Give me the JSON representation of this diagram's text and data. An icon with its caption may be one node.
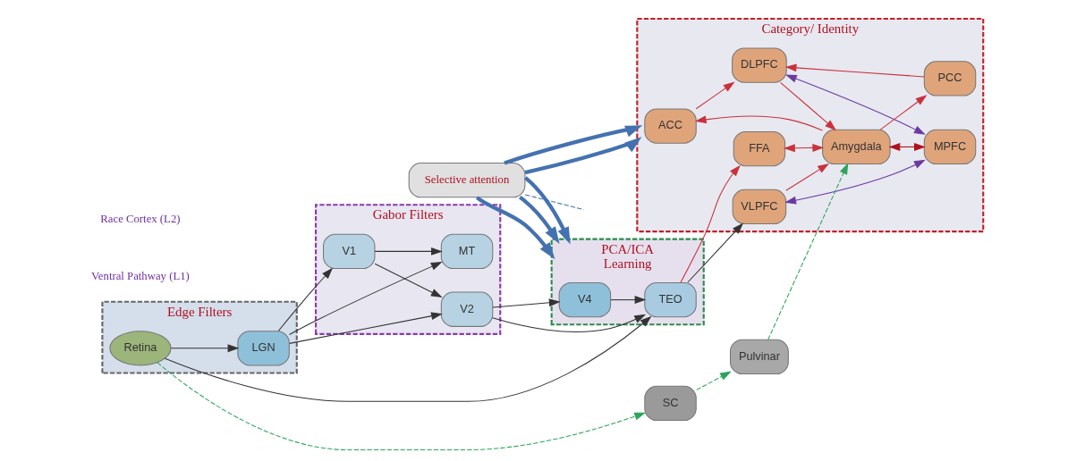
{
  "diagram": {
    "nodes": [
      {
        "text": [
          "Edge Filters"
        ]
      },
      {
        "text": [
          "Retina"
        ],
        "in": 0
      },
      {
        "text": [
          "LGN"
        ],
        "in": 0
      },
      {
        "text": [
          "Gabor Filters"
        ]
      },
      {
        "text": [
          "MT"
        ],
        "in": 3
      },
      {
        "text": [
          "V1"
        ],
        "in": 3
      },
      {
        "text": [
          "V2"
        ],
        "in": 3
      },
      {
        "text": [
          "PCA/ICA",
          "Learning"
        ]
      },
      {
        "text": [
          "V4"
        ],
        "in": 7
      },
      {
        "text": [
          "TEO"
        ],
        "in": 7
      },
      {
        "text": [
          "Category/ Identity"
        ]
      },
      {
        "text": [
          "ACC"
        ],
        "in": 10
      },
      {
        "text": [
          "DLPFC"
        ],
        "in": 10
      },
      {
        "text": [
          "PCC"
        ],
        "in": 10
      },
      {
        "text": [
          "FFA"
        ],
        "in": 10
      },
      {
        "text": [
          "Amygdala"
        ],
        "in": 10
      },
      {
        "text": [
          "MPFC"
        ],
        "in": 10
      },
      {
        "text": [
          "VLPFC"
        ],
        "in": 10
      },
      {
        "text": [
          "Selective attention"
        ]
      },
      {
        "text": [
          "SC"
        ]
      },
      {
        "text": [
          "Pulvinar"
        ]
      }
    ],
    "edges": [
      {
        "from": 1,
        "to": 2,
        "arrow": "to"
      },
      {
        "from": 2,
        "to": 4,
        "arrow": "to"
      },
      {
        "from": 2,
        "to": 5,
        "arrow": "to"
      },
      {
        "from": 5,
        "to": 4,
        "arrow": "to"
      },
      {
        "from": 5,
        "to": 6,
        "arrow": "to"
      },
      {
        "from": 6,
        "to": 8,
        "arrow": "to"
      },
      {
        "from": 8,
        "to": 9,
        "arrow": "to"
      },
      {
        "from": 2,
        "to": 6,
        "arrow": "to"
      },
      {
        "from": 1,
        "to": 9,
        "arrow": "to"
      },
      {
        "from": 6,
        "to": 9,
        "arrow": "to"
      },
      {
        "from": 1,
        "to": 19,
        "arrow": "to",
        "style": "dashed",
        "color": "#2aa55a"
      },
      {
        "from": 19,
        "to": 20,
        "arrow": "to",
        "style": "dashed",
        "color": "#2aa55a"
      },
      {
        "from": 20,
        "to": 15,
        "arrow": "to",
        "style": "dashed",
        "color": "#2aa55a"
      },
      {
        "from": 9,
        "to": 17,
        "arrow": "to"
      },
      {
        "from": 9,
        "to": 14,
        "arrow": "to",
        "color": "#c8323c"
      },
      {
        "from": 14,
        "to": 15,
        "arrow": "both",
        "color": "#c8323c"
      },
      {
        "from": 15,
        "to": 16,
        "arrow": "both",
        "color": "#b01020"
      },
      {
        "from": 11,
        "to": 12,
        "arrow": "to",
        "color": "#c8323c"
      },
      {
        "from": 13,
        "to": 12,
        "arrow": "to",
        "color": "#c8323c"
      },
      {
        "from": 12,
        "to": 15,
        "arrow": "to",
        "color": "#c8323c"
      },
      {
        "from": 15,
        "to": 11,
        "arrow": "to",
        "color": "#c8323c"
      },
      {
        "from": 15,
        "to": 13,
        "arrow": "to",
        "color": "#c8323c"
      },
      {
        "from": 12,
        "to": 16,
        "arrow": "both",
        "color": "#6a3aa0"
      },
      {
        "from": 17,
        "to": 16,
        "arrow": "both",
        "color": "#6a3aa0"
      },
      {
        "from": 17,
        "to": 15,
        "arrow": "to",
        "color": "#c8323c"
      },
      {
        "from": 18,
        "to": 7,
        "arrow": "to",
        "style": "thick",
        "color": "#4472b0"
      },
      {
        "from": 18,
        "to": 7,
        "arrow": "to",
        "style": "thick",
        "color": "#4472b0"
      },
      {
        "from": 18,
        "to": 7,
        "arrow": "to",
        "style": "thick",
        "color": "#4472b0"
      },
      {
        "from": 18,
        "to": 10,
        "arrow": "to",
        "style": "thick",
        "color": "#4472b0"
      },
      {
        "from": 18,
        "to": 10,
        "arrow": "to",
        "style": "thick",
        "color": "#4472b0"
      },
      {
        "from": 18,
        "to": null,
        "arrow": "none",
        "style": "dashed",
        "color": "#4472b0"
      }
    ],
    "labels": [
      "Ventral Pathway (L1)",
      "Race Cortex (L2)"
    ]
  }
}
